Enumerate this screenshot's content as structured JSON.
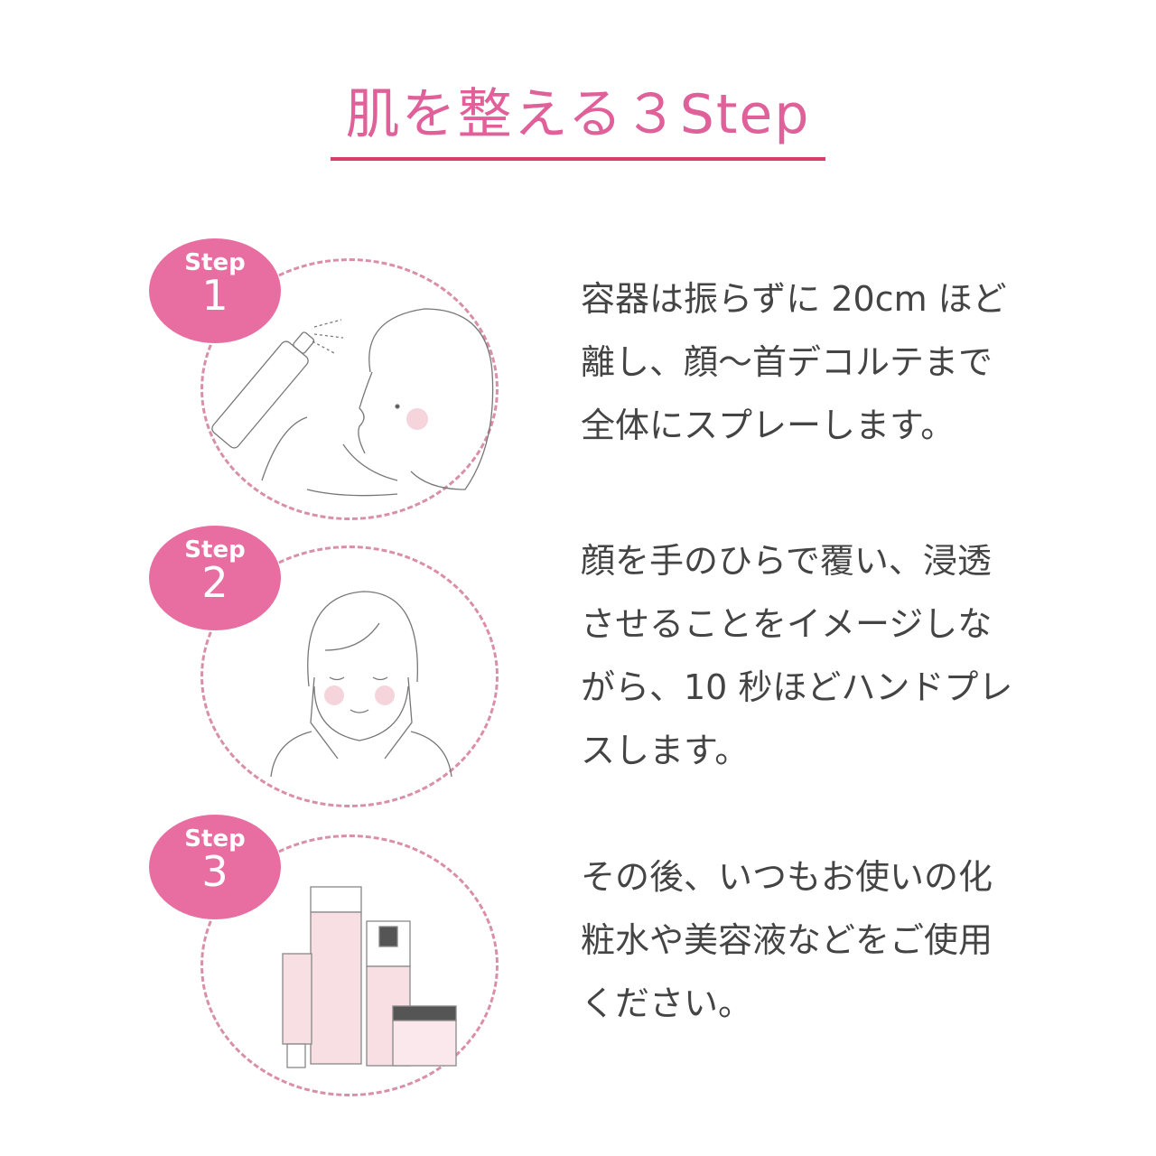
{
  "header": {
    "title": "肌を整える３Step",
    "accent_color": "#e0609a",
    "rule_color": "#d93e6a"
  },
  "steps": [
    {
      "badge_label": "Step",
      "badge_number": "1",
      "illustration": "woman-spraying-mist-icon",
      "lines": [
        "容器は振らずに 20cm ほど",
        "離し、顔～首デコルテまで",
        "全体にスプレーします。"
      ]
    },
    {
      "badge_label": "Step",
      "badge_number": "2",
      "illustration": "woman-hand-press-icon",
      "lines": [
        "顔を手のひらで覆い、浸透",
        "させることをイメージしな",
        "がら、10 秒ほどハンドプレ",
        "スします。"
      ]
    },
    {
      "badge_label": "Step",
      "badge_number": "3",
      "illustration": "skincare-bottles-icon",
      "lines": [
        "その後、いつもお使いの化",
        "粧水や美容液などをご使用",
        "ください。"
      ]
    }
  ],
  "colors": {
    "badge": "#e86ea2",
    "dashed_circle": "#d98fa8",
    "body_text": "#444444"
  }
}
